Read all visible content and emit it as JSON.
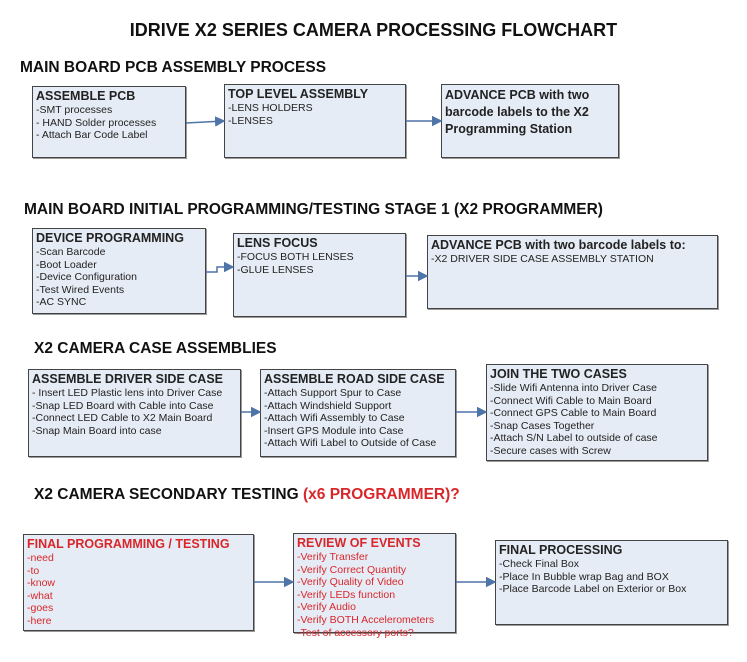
{
  "title": "IDRIVE X2  SERIES CAMERA PROCESSING FLOWCHART",
  "sections": [
    {
      "heading": "MAIN BOARD PCB ASSEMBLY PROCESS",
      "boxes": [
        {
          "title": "ASSEMBLE PCB",
          "items": [
            " -SMT processes",
            "- HAND Solder processes",
            "- Attach Bar Code Label"
          ]
        },
        {
          "title": "TOP LEVEL ASSEMBLY",
          "items": [
            "-LENS HOLDERS",
            "-LENSES"
          ]
        },
        {
          "title": "ADVANCE PCB with two barcode labels to the X2 Programming Station",
          "items": []
        }
      ]
    },
    {
      "heading": "MAIN BOARD INITIAL PROGRAMMING/TESTING STAGE 1 (X2 PROGRAMMER)",
      "boxes": [
        {
          "title": "DEVICE PROGRAMMING",
          "items": [
            "-Scan Barcode",
            "-Boot Loader",
            "-Device Configuration",
            "-Test Wired Events",
            "-AC SYNC"
          ]
        },
        {
          "title": "LENS FOCUS",
          "items": [
            "-FOCUS BOTH LENSES",
            "-GLUE LENSES"
          ]
        },
        {
          "title": "ADVANCE PCB with two barcode labels to:",
          "items": [
            "-X2 DRIVER  SIDE  CASE  ASSEMBLY STATION"
          ]
        }
      ]
    },
    {
      "heading": "X2 CAMERA CASE ASSEMBLIES",
      "boxes": [
        {
          "title": "ASSEMBLE DRIVER SIDE CASE",
          "items": [
            "- Insert LED Plastic lens into Driver Case",
            "-Snap LED Board with Cable into Case",
            "-Connect LED Cable to X2 Main Board",
            "-Snap Main Board into case"
          ]
        },
        {
          "title": "ASSEMBLE ROAD SIDE CASE",
          "items": [
            "-Attach Support Spur to Case",
            "-Attach Windshield Support",
            "-Attach Wifi Assembly to Case",
            "-Insert GPS Module into Case",
            "-Attach Wifi Label to Outside of Case"
          ]
        },
        {
          "title": "JOIN THE TWO CASES",
          "items": [
            "-Slide Wifi Antenna into Driver Case",
            "-Connect Wifi Cable to Main Board",
            "-Connect GPS Cable to Main Board",
            "-Snap Cases Together",
            "-Attach S/N Label to outside of case",
            "-Secure cases with Screw"
          ]
        }
      ]
    },
    {
      "heading": "X2 CAMERA SECONDARY TESTING",
      "heading_red": "(x6 PROGRAMMER)?",
      "boxes": [
        {
          "title": "FINAL PROGRAMMING / TESTING",
          "items": [
            "-need",
            "-to",
            "-know",
            "-what",
            "-goes",
            "-here"
          ]
        },
        {
          "title": "REVIEW OF EVENTS",
          "items": [
            "-Verify Transfer",
            "-Verify Correct Quantity",
            "-Verify Quality of Video",
            "-Verify LEDs function",
            "-Verify Audio",
            "-Verify BOTH Accelerometers",
            "-Test of accessory ports?"
          ]
        },
        {
          "title": "FINAL PROCESSING",
          "items": [
            " -Check Final Box",
            "-Place In Bubble wrap Bag and BOX",
            "-Place Barcode Label on Exterior or Box"
          ]
        }
      ]
    }
  ],
  "colors": {
    "box_fill": "#e6ecf5",
    "arrow": "#4f74a8",
    "red_text": "#d9262a"
  }
}
